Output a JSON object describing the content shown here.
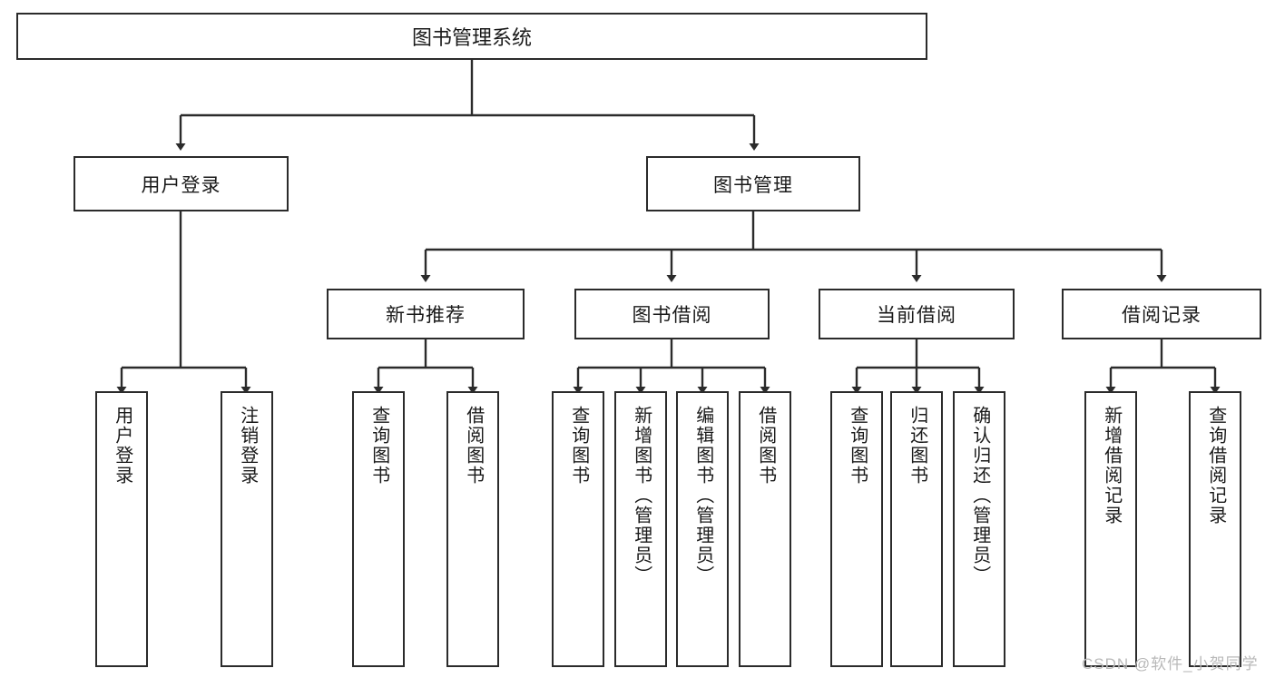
{
  "diagram": {
    "type": "tree-hierarchy",
    "title": "图书管理系统",
    "root": {
      "label": "图书管理系统"
    },
    "level1": [
      {
        "id": "user-login",
        "label": "用户登录"
      },
      {
        "id": "book-manage",
        "label": "图书管理"
      }
    ],
    "level2": [
      {
        "id": "new-book-recommend",
        "label": "新书推荐",
        "parent": "book-manage"
      },
      {
        "id": "book-borrow",
        "label": "图书借阅",
        "parent": "book-manage"
      },
      {
        "id": "current-borrow",
        "label": "当前借阅",
        "parent": "book-manage"
      },
      {
        "id": "borrow-record",
        "label": "借阅记录",
        "parent": "book-manage"
      }
    ],
    "leaves": [
      {
        "id": "leaf-user-login",
        "label": "用户登录",
        "parent": "user-login"
      },
      {
        "id": "leaf-logout-login",
        "label": "注销登录",
        "parent": "user-login"
      },
      {
        "id": "leaf-query-book-1",
        "label": "查询图书",
        "parent": "new-book-recommend"
      },
      {
        "id": "leaf-borrow-book-1",
        "label": "借阅图书",
        "parent": "new-book-recommend"
      },
      {
        "id": "leaf-query-book-2",
        "label": "查询图书",
        "parent": "book-borrow"
      },
      {
        "id": "leaf-add-book",
        "label": "新增图书（管理员）",
        "parent": "book-borrow"
      },
      {
        "id": "leaf-edit-book",
        "label": "编辑图书（管理员）",
        "parent": "book-borrow"
      },
      {
        "id": "leaf-borrow-book-2",
        "label": "借阅图书",
        "parent": "book-borrow"
      },
      {
        "id": "leaf-query-book-3",
        "label": "查询图书",
        "parent": "current-borrow"
      },
      {
        "id": "leaf-return-book",
        "label": "归还图书",
        "parent": "current-borrow"
      },
      {
        "id": "leaf-confirm-return",
        "label": "确认归还（管理员）",
        "parent": "current-borrow"
      },
      {
        "id": "leaf-add-record",
        "label": "新增借阅记录",
        "parent": "borrow-record"
      },
      {
        "id": "leaf-query-record",
        "label": "查询借阅记录",
        "parent": "borrow-record"
      }
    ],
    "colors": {
      "stroke": "#2b2b2b",
      "fill": "#ffffff",
      "text": "#1a1a1a",
      "watermark": "#b9b9b9"
    }
  },
  "watermark": {
    "text": "CSDN @软件_小贺同学"
  }
}
